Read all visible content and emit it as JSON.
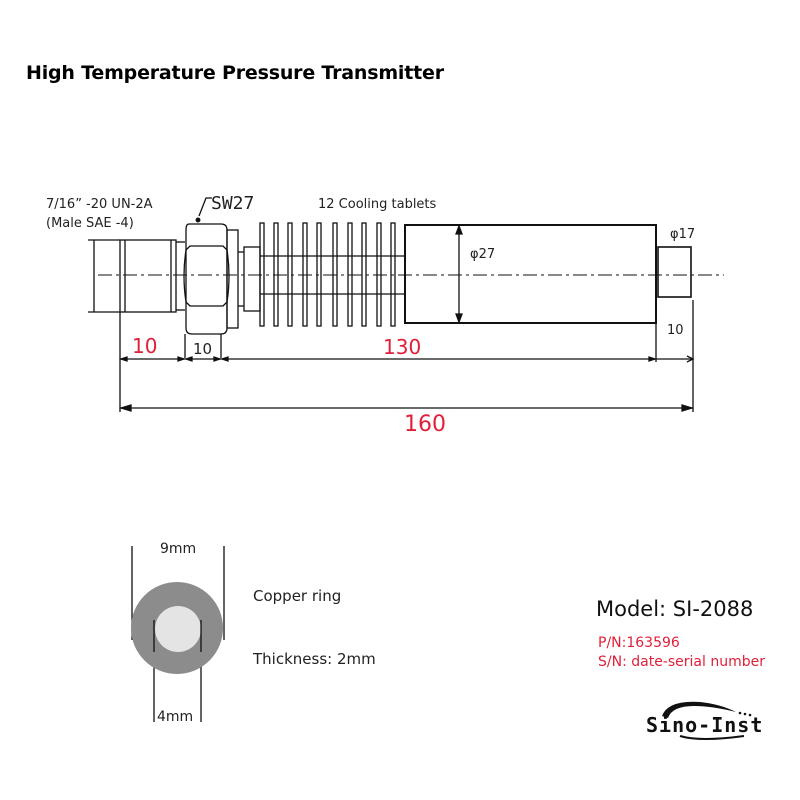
{
  "title": "High Temperature Pressure Transmitter",
  "drawing": {
    "thread_label_line1": "7/16”  -20 UN-2A",
    "thread_label_line2": "(Male SAE -4)",
    "hex_label": "SW27",
    "fins_label": "12 Cooling tablets",
    "body_diameter": "φ27",
    "tail_diameter": "φ17",
    "dimensions": {
      "thread_length": "10",
      "hex_length": "10",
      "body_length": "130",
      "tail_length": "10",
      "total_length": "160"
    },
    "fin_count": 12
  },
  "copper_ring": {
    "outer_diameter": "9mm",
    "inner_diameter": "4mm",
    "name_label": "Copper ring",
    "thickness_label": "Thickness: 2mm",
    "ring_color": "#8c8c8c",
    "hole_color": "#e4e4e4"
  },
  "product_info": {
    "model": "Model: SI-2088",
    "part_number": "P/N:163596",
    "serial_number": "S/N: date-serial number"
  },
  "logo": {
    "text": "Sino-Inst"
  },
  "colors": {
    "dimension_red": "#e0203a",
    "line": "#111111"
  }
}
